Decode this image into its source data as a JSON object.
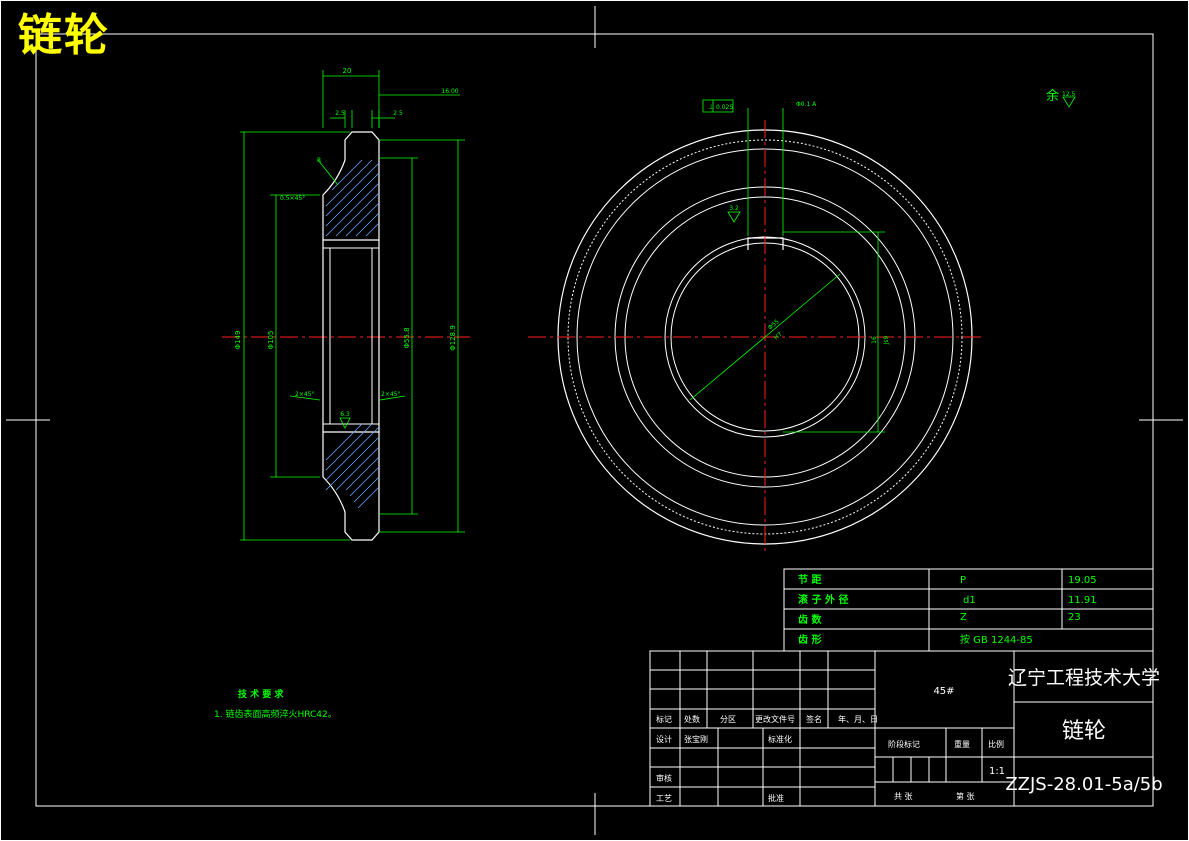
{
  "drawing": {
    "big_title": "链轮",
    "roughness_note": "余",
    "roughness_value": "12.5",
    "tech_req_title": "技 术 要 求",
    "tech_req_item": "1. 链齿表面高频淬火HRC42。"
  },
  "section_view": {
    "dim_top_width": "20",
    "dim_right_small": "16.00",
    "dim_left_small": "2.5",
    "dim_right_tiny": "2.5",
    "dim_chamfer": "0.5×45°",
    "dim_chamfer_left": "2×45°",
    "dim_chamfer_right": "2×45°",
    "dim_outer_dia": "Φ149",
    "dim_hub_dia": "Φ105",
    "dim_bore": "Φ55.8",
    "dim_root_dia": "Φ128.9",
    "roughness": "6.3",
    "edge_mark": "R"
  },
  "front_view": {
    "tol_frame_symbol": "⊥",
    "tol_frame_value": "0.025",
    "tol_frame_datum": "A",
    "runout_label": "Φ0.1 A",
    "bore_dim": "Φ55",
    "bore_tol": "H7",
    "key_dim": "16",
    "key_dim_tol": "Js9",
    "roughness": "3.2"
  },
  "param_table": {
    "rows": [
      {
        "name": "节   距",
        "symbol": "P",
        "value": "19.05"
      },
      {
        "name": "滚 子 外 径",
        "symbol": "d1",
        "value": "11.91"
      },
      {
        "name": "齿   数",
        "symbol": "Z",
        "value": "23"
      },
      {
        "name": "齿   形",
        "symbol": "按 GB 1244-85",
        "value": ""
      }
    ]
  },
  "title_block": {
    "material": "45#",
    "university": "辽宁工程技术大学",
    "part_name": "链轮",
    "drawing_no": "ZZJS-28.01-5a/5b",
    "scale": "1:1",
    "rev_headers": [
      "标记",
      "处数",
      "分区",
      "更改文件号",
      "签名",
      "年、月、日"
    ],
    "design_label": "设计",
    "designer": "张宝刚",
    "standard_label": "标准化",
    "review_label": "审核",
    "process_label": "工艺",
    "approve_label": "批准",
    "stage_label": "阶段标记",
    "weight_label": "重量",
    "ratio_label": "比例",
    "total_label": "共      张",
    "sheet_label": "第      张"
  }
}
